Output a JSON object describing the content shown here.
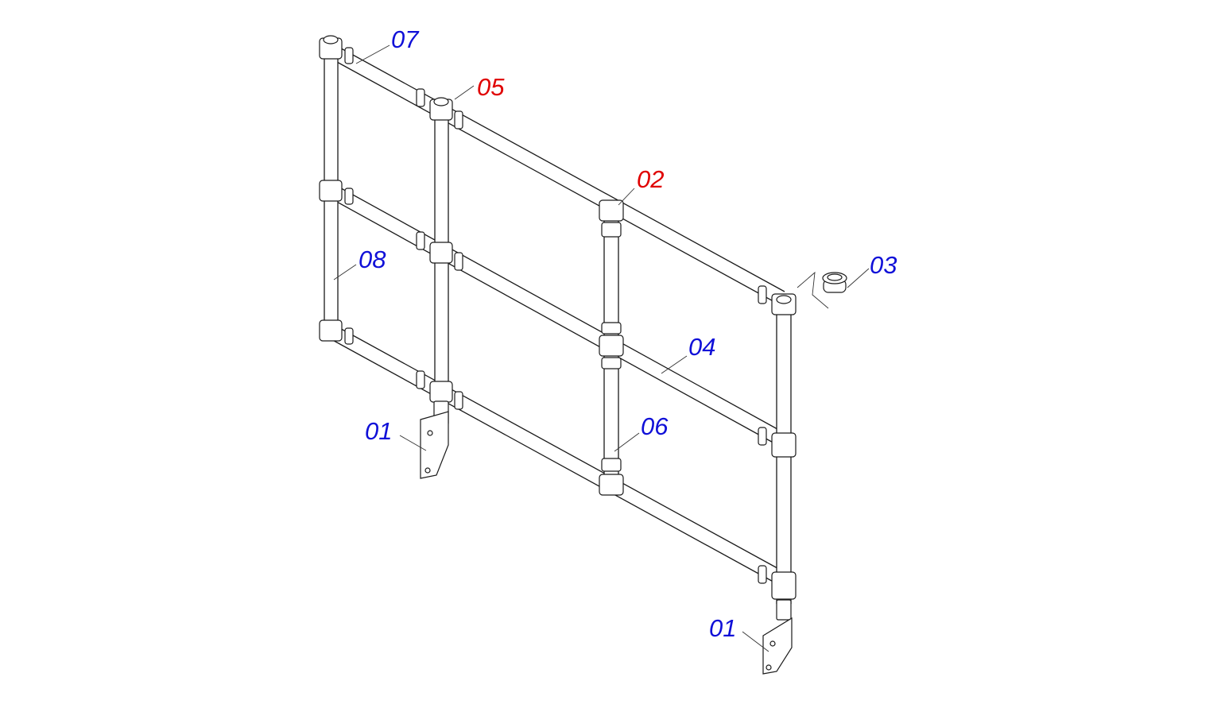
{
  "colors": {
    "standard_label": "#1010d8",
    "highlight_label": "#e00000",
    "line": "#1a1a1a",
    "background": "#ffffff"
  },
  "labels": {
    "part_07": "07",
    "part_05": "05",
    "part_02": "02",
    "part_03": "03",
    "part_08": "08",
    "part_04": "04",
    "part_06": "06",
    "part_01_left": "01",
    "part_01_right": "01"
  }
}
